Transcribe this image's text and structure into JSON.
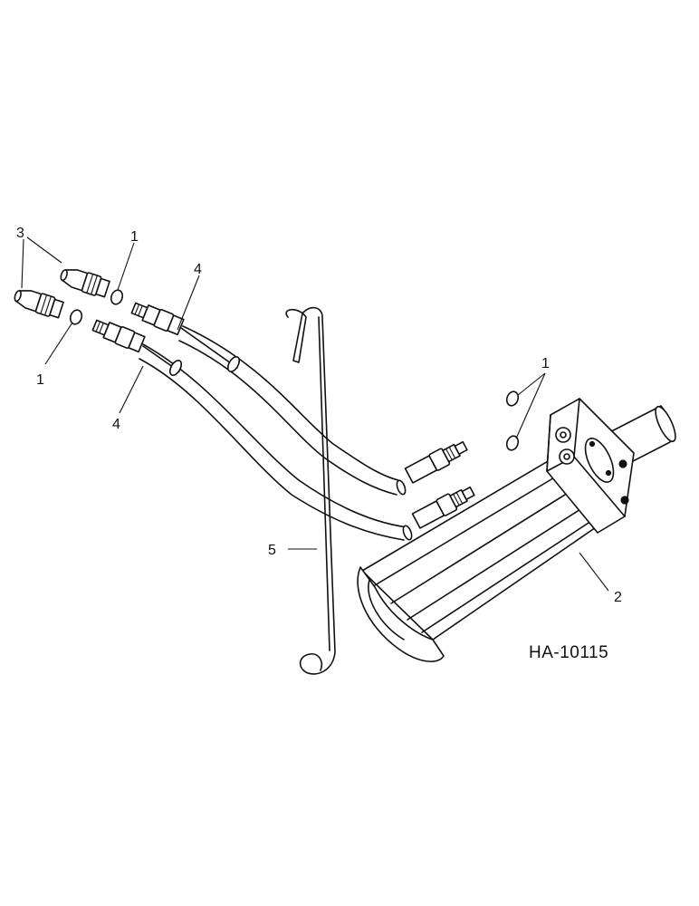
{
  "drawing_number": "HA-10115",
  "callouts": {
    "c1_top": "1",
    "c1_left": "1",
    "c1_right": "1",
    "c2": "2",
    "c3": "3",
    "c4_top": "4",
    "c4_bottom": "4",
    "c5": "5"
  }
}
